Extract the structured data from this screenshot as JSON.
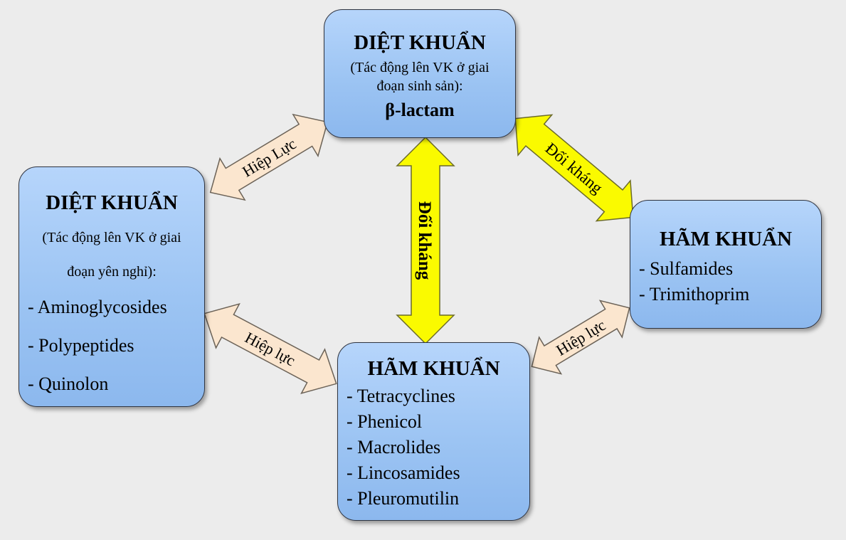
{
  "colors": {
    "background": "#ececec",
    "box_fill": "#9cc4f3",
    "box_border": "#2f3440",
    "synergy_arrow": "#fbe6cf",
    "antagonism_arrow": "#fafa00"
  },
  "boxes": {
    "top": {
      "title": "DIỆT KHUẨN",
      "note_line1": "(Tác động lên VK ở giai",
      "note_line2": "đoạn sinh sản):",
      "drug": "β-lactam"
    },
    "left": {
      "title": "DIỆT KHUẨN",
      "note_line1": "(Tác động lên VK ở giai",
      "note_line2": "đoạn yên nghỉ):",
      "items": [
        "- Aminoglycosides",
        "- Polypeptides",
        "- Quinolon"
      ]
    },
    "right": {
      "title": "HÃM KHUẨN",
      "items": [
        "- Sulfamides",
        "- Trimithoprim"
      ]
    },
    "bottom": {
      "title": "HÃM KHUẨN",
      "items": [
        "- Tetracyclines",
        "- Phenicol",
        "- Macrolides",
        "- Lincosamides",
        "- Pleuromutilin"
      ]
    }
  },
  "arrows": {
    "top_left": {
      "label": "Hiệp Lực",
      "kind": "synergy"
    },
    "left_bottom": {
      "label": "Hiệp lực",
      "kind": "synergy"
    },
    "bottom_right": {
      "label": "Hiệp lực",
      "kind": "synergy"
    },
    "top_bottom": {
      "label": "Đối kháng",
      "kind": "antagonism"
    },
    "top_right": {
      "label": "Đối kháng",
      "kind": "antagonism"
    }
  }
}
